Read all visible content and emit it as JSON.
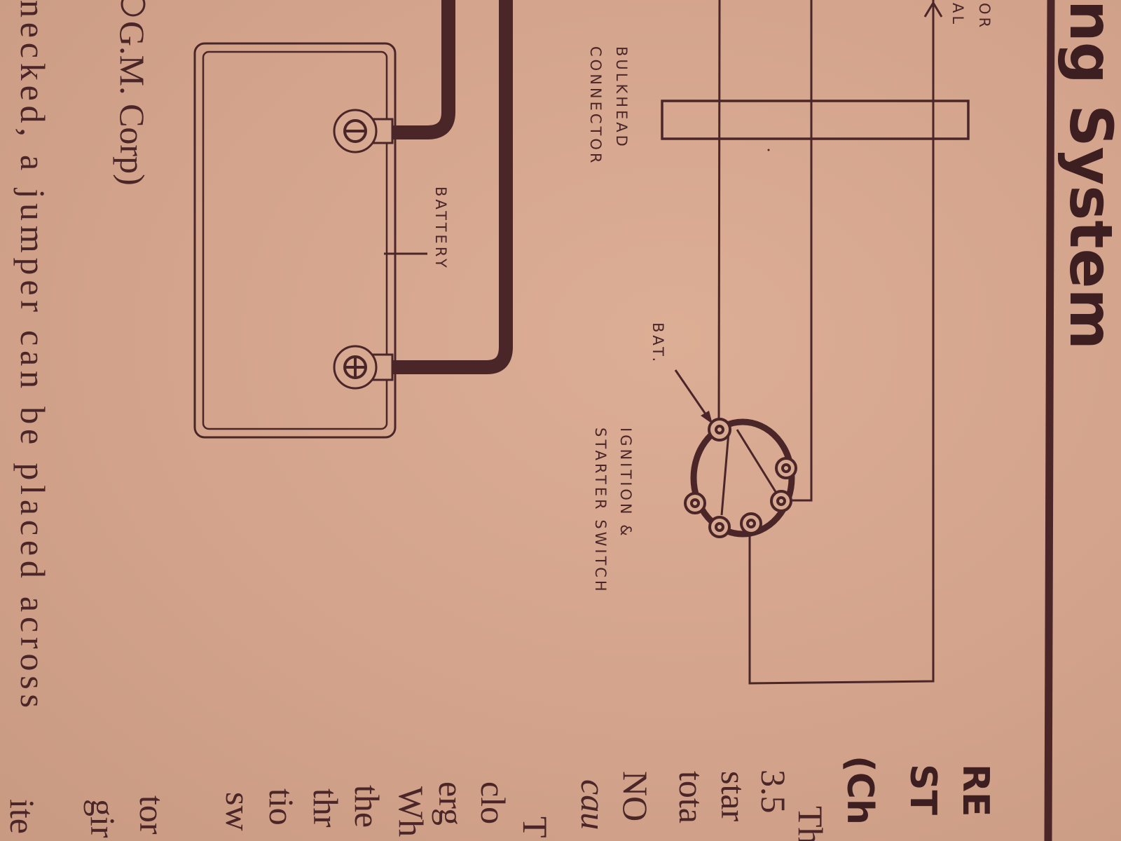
{
  "page": {
    "title_fragment": "ng System",
    "corner_label_1": "OR",
    "corner_label_2": "AL",
    "credit": "G.M. Corp)",
    "body_line": "necked, a jumper can be placed across"
  },
  "diagram": {
    "labels": {
      "bulkhead_1": "BULKHEAD",
      "bulkhead_2": "CONNECTOR",
      "battery": "BATTERY",
      "bat": "BAT.",
      "ignition_1": "IGNITION &",
      "ignition_2": "STARTER SWITCH"
    },
    "terminals": {
      "negative": "⊖",
      "positive": "⊕"
    }
  },
  "column_fragments": [
    "RE",
    "ST",
    "(Ch",
    "Th",
    "3.5",
    "star",
    "tota",
    "NO",
    "cau",
    "T",
    "clo",
    "erg",
    "Wh",
    "the",
    "thr",
    "tio",
    "sw",
    "tor",
    "gir",
    "ite"
  ],
  "colors": {
    "paper": "#d3a38b",
    "ink": "#4a2629"
  }
}
